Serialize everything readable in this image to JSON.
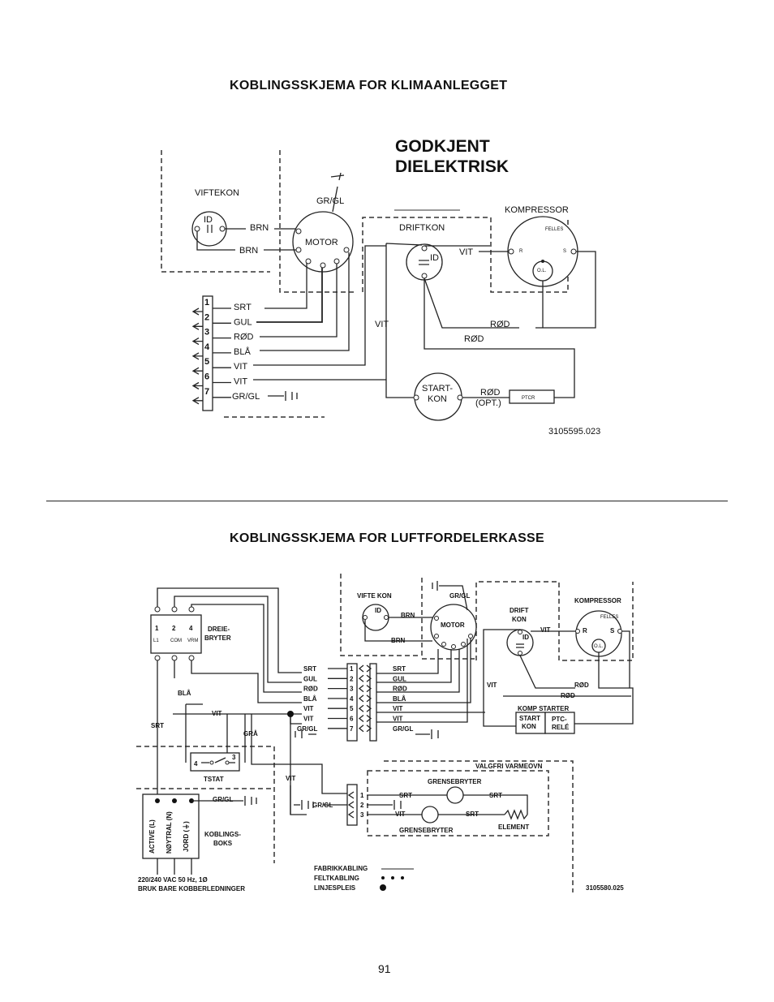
{
  "page": {
    "title_top": "KOBLINGSSKJEMA FOR KLIMAANLEGGET",
    "title_bottom": "KOBLINGSSKJEMA FOR  LUFTFORDELERKASSE",
    "stamp_line1": "GODKJENT",
    "stamp_line2": "DIELEKTRISK",
    "page_number": "91"
  },
  "top": {
    "viftekon": "VIFTEKON",
    "id": "ID",
    "brn": "BRN",
    "grgl": "GR/GL",
    "motor": "MOTOR",
    "driftkon": "DRIFTKON",
    "kompressor": "KOMPRESSOR",
    "felles": "FELLES",
    "r": "R",
    "s": "S",
    "ol": "O.L.",
    "vit": "VIT",
    "rod": "RØD",
    "start_kon_1": "START-",
    "start_kon_2": "KON",
    "opt": "(OPT.)",
    "ptcr": "PTCR",
    "part_number": "3105595.023",
    "terminals": [
      "1",
      "2",
      "3",
      "4",
      "5",
      "6",
      "7"
    ],
    "wires": [
      "SRT",
      "GUL",
      "RØD",
      "BLÅ",
      "VIT",
      "VIT",
      "GR/GL"
    ]
  },
  "bottom": {
    "vifte_kon": "VIFTE KON",
    "id": "ID",
    "brn": "BRN",
    "grgl": "GR/GL",
    "motor": "MOTOR",
    "drift_kon_1": "DRIFT",
    "drift_kon_2": "KON",
    "kompressor": "KOMPRESSOR",
    "felles": "FELLES",
    "r": "R",
    "s": "S",
    "ol": "O.L.",
    "vit": "VIT",
    "rod": "RØD",
    "komp_starter": "KOMP STARTER",
    "start_kon_1": "START",
    "start_kon_2": "KON",
    "ptc_1": "PTC-",
    "ptc_2": "RELÉ",
    "dreiebryter_1": "DREIE-",
    "dreiebryter_2": "BRYTER",
    "switch_nums": [
      "1",
      "2",
      "4"
    ],
    "switch_labels": [
      "L1",
      "COM",
      "VRM"
    ],
    "bla": "BLÅ",
    "srt": "SRT",
    "gra": "GRÅ",
    "tstat": "TSTAT",
    "tstat_4": "4",
    "tstat_3": "3",
    "active": "ACTIVE (L)",
    "noytral": "NØYTRAL (N)",
    "jord": "JORD (⏚)",
    "koblingsboks_1": "KOBLINGS-",
    "koblingsboks_2": "BOKS",
    "supply_1": "220/240 VAC 50 Hz, 1Ø",
    "supply_2": "BRUK BARE KOBBERLEDNINGER",
    "terminals": [
      "1",
      "2",
      "3",
      "4",
      "5",
      "6",
      "7"
    ],
    "wires_left": [
      "SRT",
      "GUL",
      "RØD",
      "BLÅ",
      "VIT",
      "VIT",
      "GR/GL"
    ],
    "wires_right": [
      "SRT",
      "GUL",
      "RØD",
      "BLÅ",
      "VIT",
      "VIT",
      "GR/GL"
    ],
    "valgfri": "VALGFRI VARMEOVN",
    "grensebryter": "GRENSEBRYTER",
    "element": "ELEMENT",
    "heater_terms": [
      "1",
      "2",
      "3"
    ],
    "legend_fabrikk": "FABRIKKABLING",
    "legend_felt": "FELTKABLING",
    "legend_linje": "LINJESPLEIS",
    "part_number": "3105580.025"
  }
}
